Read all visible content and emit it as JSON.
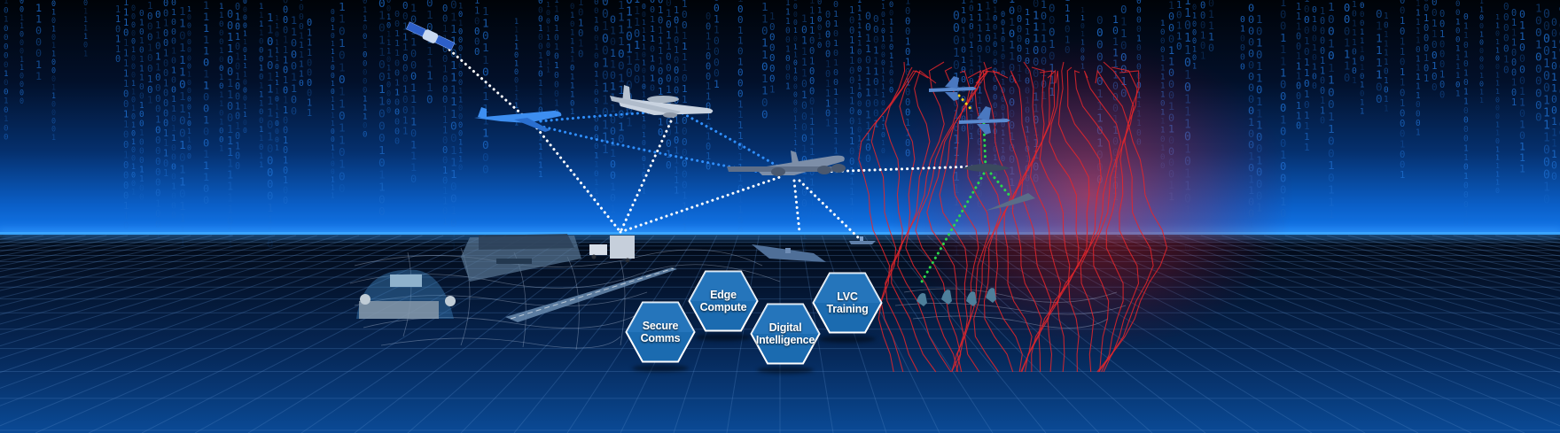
{
  "scene": {
    "description": "Multi-domain connected battlespace illustration",
    "colors": {
      "sky_top": "#000308",
      "sky_horizon": "#1478ec",
      "horizon_line": "#39a4ff",
      "ground_dark": "#020812",
      "ground_light": "#0a4a96",
      "binary_rain": "#1e6fd0",
      "link_white": "#ffffff",
      "link_blue": "#2f8fff",
      "link_green": "#2bd94a",
      "link_yellow": "#f2d21b",
      "threat_contours": "#e3262b",
      "hex_fill": "#1b6bb0",
      "hex_border": "#ffffff"
    }
  },
  "capabilities": [
    {
      "id": "secure-comms",
      "line1": "Secure",
      "line2": "Comms"
    },
    {
      "id": "edge-compute",
      "line1": "Edge",
      "line2": "Compute"
    },
    {
      "id": "digital-intelligence",
      "line1": "Digital",
      "line2": "Intelligence"
    },
    {
      "id": "lvc-training",
      "line1": "LVC",
      "line2": "Training"
    }
  ],
  "assets": {
    "satellite": "satellite-icon",
    "business_jet": "jet-icon",
    "awacs": "awacs-icon",
    "tanker": "tanker-aircraft-icon",
    "fighters": "fighter-jet-icon",
    "drone": "drone-icon",
    "stealth_bomber": "stealth-bomber-icon",
    "carrier": "aircraft-carrier-icon",
    "destroyer": "ship-icon",
    "command_center": "command-center-icon",
    "comms_truck": "comms-truck-icon",
    "runway": "runway-icon",
    "operations_dome": "operations-dome-icon",
    "soldiers": "soldiers-icon"
  }
}
